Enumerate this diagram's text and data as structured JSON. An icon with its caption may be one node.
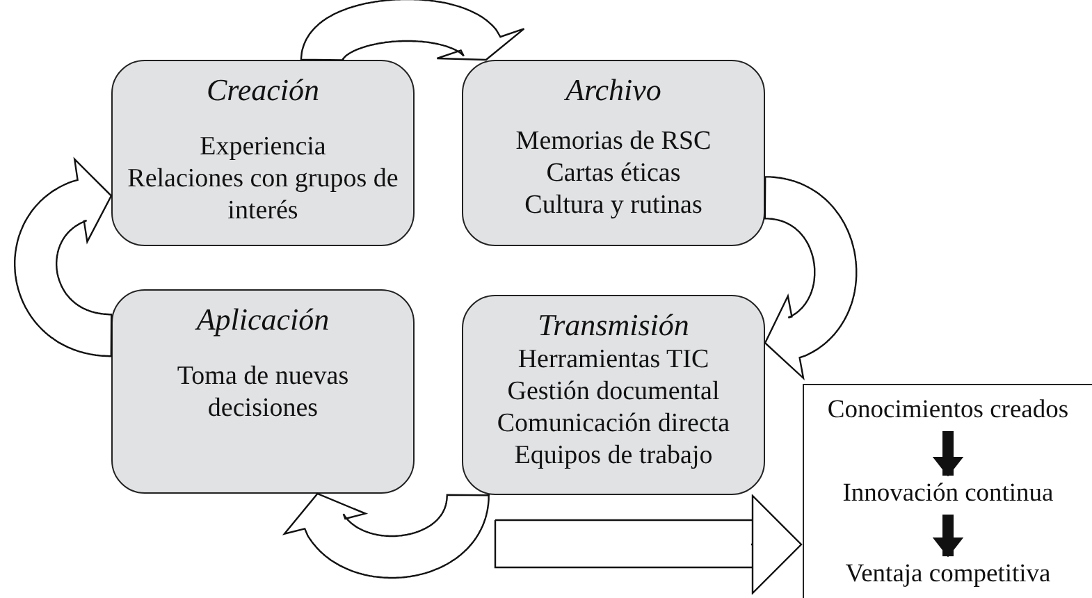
{
  "diagram": {
    "nodes": [
      {
        "text": [
          "Creación",
          "Experiencia",
          "Relaciones con grupos de interés"
        ]
      },
      {
        "text": [
          "Archivo",
          "Memorias de RSC",
          "Cartas éticas",
          "Cultura y rutinas"
        ]
      },
      {
        "text": [
          "Aplicación",
          "Toma de nuevas decisiones"
        ]
      },
      {
        "text": [
          "Transmisión",
          "Herramientas TIC",
          "Gestión documental",
          "Comunicación directa",
          "Equipos de trabajo"
        ]
      },
      {
        "text": [],
        "shape": "box"
      },
      {
        "text": [
          "Conocimientos creados"
        ],
        "in": 4
      },
      {
        "text": [
          "Innovación continua"
        ],
        "in": 4
      },
      {
        "text": [
          "Ventaja competitiva"
        ],
        "in": 4
      }
    ],
    "edges": [
      {
        "from": 0,
        "to": 1,
        "arrow": "to"
      },
      {
        "from": 1,
        "to": 3,
        "arrow": "to"
      },
      {
        "from": 3,
        "to": 2,
        "arrow": "to"
      },
      {
        "from": 2,
        "to": 0,
        "arrow": "to"
      },
      {
        "from": null,
        "to": 4,
        "arrow": "to"
      },
      {
        "from": 5,
        "to": 6,
        "arrow": "to"
      },
      {
        "from": 6,
        "to": 7,
        "arrow": "to"
      }
    ]
  }
}
